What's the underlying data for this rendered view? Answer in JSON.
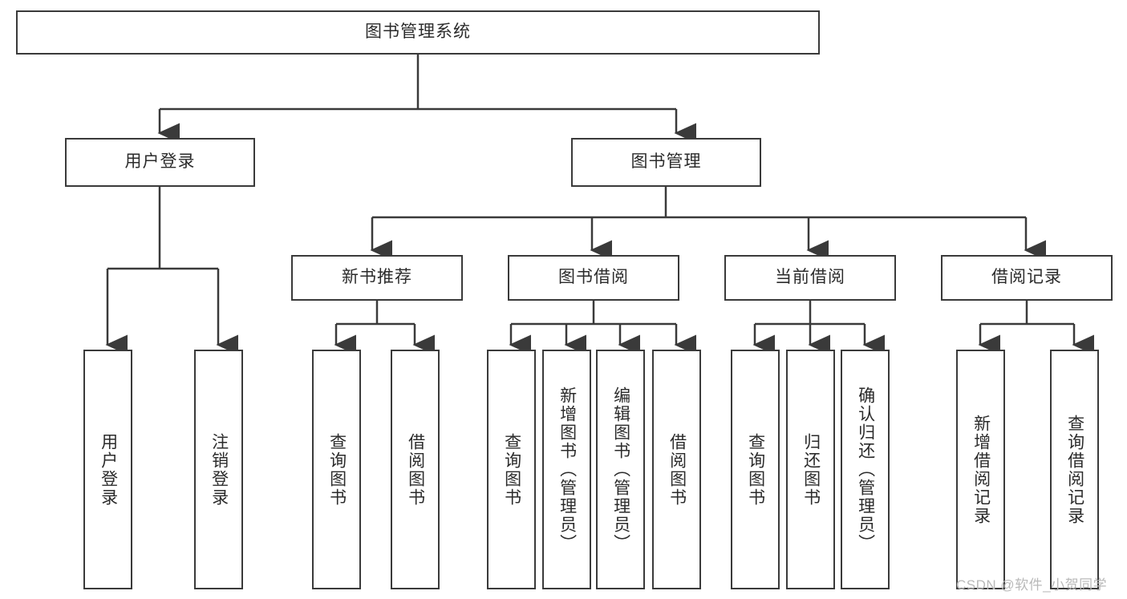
{
  "diagram": {
    "type": "tree-hierarchy-chart",
    "title": "图书管理系统",
    "stroke_color": "#3a3a3a",
    "background_color": "#ffffff",
    "text_color": "#2b2b2b"
  },
  "root": {
    "label": "图书管理系统"
  },
  "level2": [
    {
      "id": "user-login",
      "label": "用户登录"
    },
    {
      "id": "book-manage",
      "label": "图书管理"
    }
  ],
  "level3": [
    {
      "id": "new-book-recommend",
      "label": "新书推荐"
    },
    {
      "id": "book-borrow",
      "label": "图书借阅"
    },
    {
      "id": "current-borrow",
      "label": "当前借阅"
    },
    {
      "id": "borrow-record",
      "label": "借阅记录"
    }
  ],
  "leaves": {
    "user_login": [
      {
        "id": "leaf-user-login",
        "label": "用户登录"
      },
      {
        "id": "leaf-logout-login",
        "label": "注销登录"
      }
    ],
    "new_book_recommend": [
      {
        "id": "leaf-query-book-1",
        "label": "查询图书"
      },
      {
        "id": "leaf-borrow-book-1",
        "label": "借阅图书"
      }
    ],
    "book_borrow": [
      {
        "id": "leaf-query-book-2",
        "label": "查询图书"
      },
      {
        "id": "leaf-add-book",
        "label": "新增图书（管理员）"
      },
      {
        "id": "leaf-edit-book",
        "label": "编辑图书（管理员）"
      },
      {
        "id": "leaf-borrow-book-2",
        "label": "借阅图书"
      }
    ],
    "current_borrow": [
      {
        "id": "leaf-query-book-3",
        "label": "查询图书"
      },
      {
        "id": "leaf-return-book",
        "label": "归还图书"
      },
      {
        "id": "leaf-confirm-return",
        "label": "确认归还（管理员）"
      }
    ],
    "borrow_record": [
      {
        "id": "leaf-add-record",
        "label": "新增借阅记录"
      },
      {
        "id": "leaf-query-record",
        "label": "查询借阅记录"
      }
    ]
  },
  "watermark": {
    "text": "CSDN @软件_小贺同学"
  }
}
